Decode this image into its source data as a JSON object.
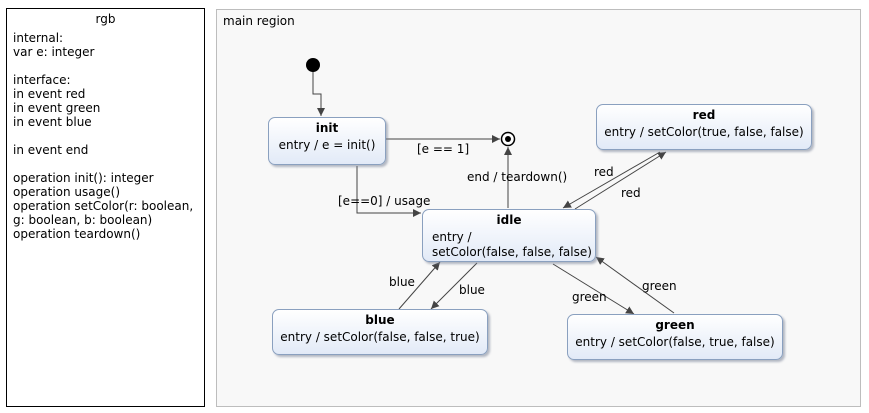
{
  "interface_panel": {
    "title": "rgb",
    "lines": [
      "internal:",
      "var e: integer",
      "",
      "interface:",
      "in event red",
      "in event green",
      "in event blue",
      "",
      "in event end",
      "",
      "operation init(): integer",
      "operation usage()",
      "operation setColor(r: boolean,",
      "g: boolean, b: boolean)",
      "operation teardown()"
    ]
  },
  "region": {
    "title": "main region"
  },
  "states": {
    "init": {
      "name": "init",
      "body": "entry / e = init()"
    },
    "idle": {
      "name": "idle",
      "body_line1": "entry /",
      "body_line2": "setColor(false, false, false)"
    },
    "red": {
      "name": "red",
      "body": "entry / setColor(true, false, false)"
    },
    "blue": {
      "name": "blue",
      "body": "entry / setColor(false, false, true)"
    },
    "green": {
      "name": "green",
      "body": "entry / setColor(false, true, false)"
    }
  },
  "transitions": {
    "init_to_final": "[e == 1]",
    "init_to_idle": "[e==0] / usage",
    "idle_to_final": "end / teardown()",
    "idle_to_red": "red",
    "red_to_idle": "red",
    "idle_to_blue": "blue",
    "blue_to_idle": "blue",
    "idle_to_green": "green",
    "green_to_idle": "green"
  },
  "colors": {
    "state_border": "#8aa0bf",
    "state_fill_top": "#ffffff",
    "state_fill_bottom": "#e2eaf7",
    "region_fill": "#f8f8f8",
    "edge": "#444444"
  }
}
